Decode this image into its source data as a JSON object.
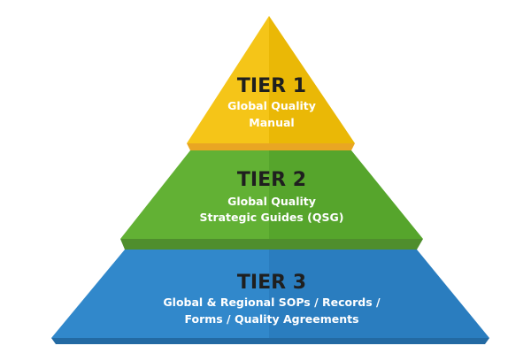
{
  "pyramid": {
    "tiers": [
      {
        "title": "TIER 1",
        "lines": [
          "Global Quality",
          "Manual"
        ],
        "color": "#f5c518"
      },
      {
        "title": "TIER 2",
        "lines": [
          "Global Quality",
          "Strategic Guides (QSG)"
        ],
        "color": "#5fae32"
      },
      {
        "title": "TIER 3",
        "lines": [
          "Global & Regional SOPs / Records /",
          "Forms / Quality Agreements"
        ],
        "color": "#2f86c8"
      }
    ]
  }
}
